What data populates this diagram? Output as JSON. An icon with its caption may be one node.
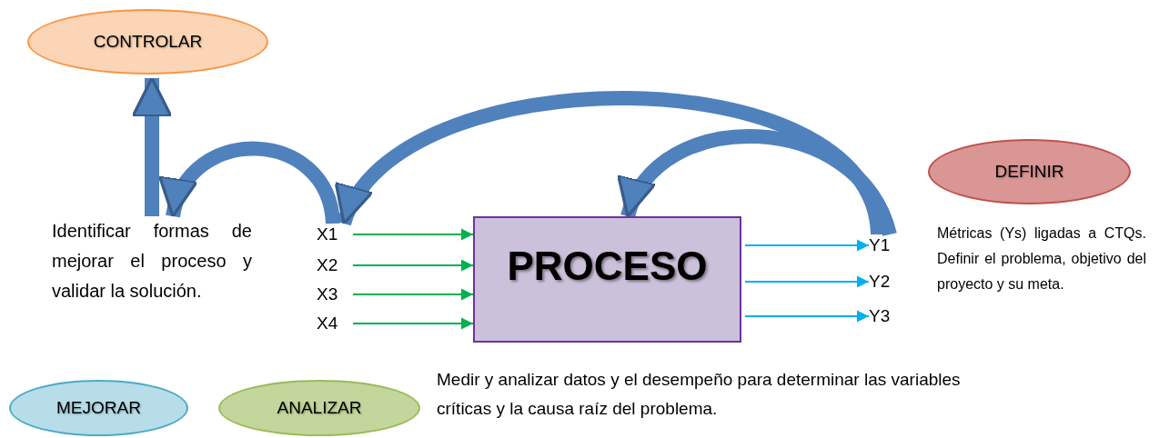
{
  "diagram": {
    "nodes": [
      {
        "text": [
          "CONTROLAR"
        ]
      },
      {
        "text": [
          "Identificar formas de mejorar el proceso y validar la solución."
        ]
      },
      {
        "text": [
          "X1"
        ]
      },
      {
        "text": [
          "X2"
        ]
      },
      {
        "text": [
          "X3"
        ]
      },
      {
        "text": [
          "X4"
        ]
      },
      {
        "text": [
          "PROCESO"
        ]
      },
      {
        "text": [
          "Y1"
        ]
      },
      {
        "text": [
          "Y2"
        ]
      },
      {
        "text": [
          "Y3"
        ]
      },
      {
        "text": [
          "DEFINIR"
        ]
      },
      {
        "text": [
          "MEJORAR"
        ]
      },
      {
        "text": [
          "ANALIZAR"
        ]
      }
    ],
    "edges": [
      {
        "from": 1,
        "to": 0,
        "arrow": "to",
        "style": "thick",
        "color": "#4f81bd"
      },
      {
        "from": 2,
        "to": 1,
        "arrow": "to",
        "style": "thick",
        "color": "#4f81bd"
      },
      {
        "from": 7,
        "to": 2,
        "arrow": "to",
        "style": "thick",
        "color": "#4f81bd"
      },
      {
        "from": 7,
        "to": 6,
        "arrow": "to",
        "style": "thick",
        "color": "#4f81bd"
      },
      {
        "from": 2,
        "to": 6,
        "arrow": "to",
        "color": "#00b050"
      },
      {
        "from": 3,
        "to": 6,
        "arrow": "to",
        "color": "#00b050"
      },
      {
        "from": 4,
        "to": 6,
        "arrow": "to",
        "color": "#00b050"
      },
      {
        "from": 5,
        "to": 6,
        "arrow": "to",
        "color": "#00b050"
      },
      {
        "from": 6,
        "to": 7,
        "arrow": "to",
        "color": "#00b0f0"
      },
      {
        "from": 6,
        "to": 8,
        "arrow": "to",
        "color": "#00b0f0"
      },
      {
        "from": 6,
        "to": 9,
        "arrow": "to",
        "color": "#00b0f0"
      }
    ],
    "labels": [
      "Métricas (Ys) ligadas a CTQs. Definir el problema, objetivo del proyecto y su meta.",
      "Medir y analizar datos y el desempeño para determinar las variables críticas y la causa raíz del problema."
    ]
  }
}
